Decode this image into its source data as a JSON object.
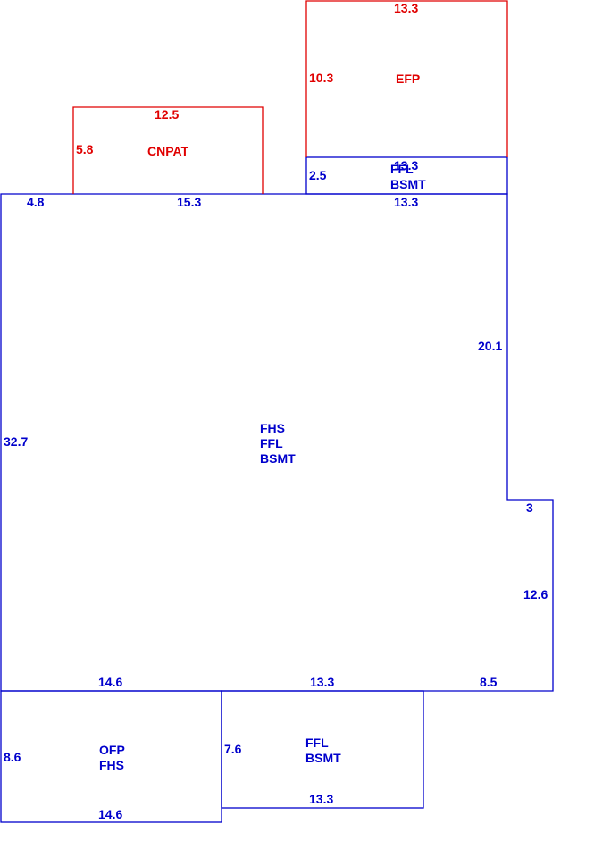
{
  "colors": {
    "structure": "#0000cc",
    "exterior": "#e00000"
  },
  "areas": {
    "main": {
      "lines": [
        "FHS",
        "FFL",
        "BSMT"
      ]
    },
    "efp": {
      "label": "EFP"
    },
    "cnpat": {
      "label": "CNPAT"
    },
    "ffl_top": {
      "lines": [
        "FFL",
        "BSMT"
      ]
    },
    "ofp": {
      "lines": [
        "OFP",
        "FHS"
      ]
    },
    "ffl_bottom": {
      "lines": [
        "FFL",
        "BSMT"
      ]
    }
  },
  "dimensions": {
    "main_top_left": "4.8",
    "main_top_mid": "15.3",
    "main_top_right": "13.3",
    "main_left": "32.7",
    "main_right_upper": "20.1",
    "main_step": "3",
    "main_right_lower": "12.6",
    "main_bottom_left": "14.6",
    "main_bottom_mid": "13.3",
    "main_bottom_right": "8.5",
    "efp_top": "13.3",
    "efp_side": "10.3",
    "ffl_top_top": "13.3",
    "ffl_top_side": "2.5",
    "cnpat_top": "12.5",
    "cnpat_side": "5.8",
    "ofp_side": "8.6",
    "ofp_bottom": "14.6",
    "ffl_bottom_side": "7.6",
    "ffl_bottom_bottom": "13.3"
  }
}
